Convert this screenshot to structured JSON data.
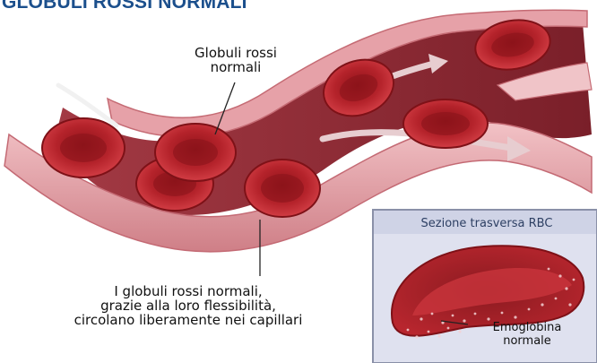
{
  "title": "GLOBULI ROSSI NORMALI",
  "labels": {
    "cells": [
      "Globuli rossi",
      "normali"
    ],
    "flow": [
      "I globuli rossi normali,",
      "grazie alla loro flessibilità,",
      "circolano liberamente nei capillari"
    ],
    "inset_title": "Sezione trasversa RBC",
    "hemoglobin": [
      "Emoglobina",
      "normale"
    ]
  },
  "colors": {
    "title": "#1b4f8c",
    "vessel_outer": "#d4848c",
    "vessel_inner": "#8e2a34",
    "cell": "#b5232b",
    "inset_bg": "#dfe1ef",
    "inset_border": "#8a90a8"
  }
}
